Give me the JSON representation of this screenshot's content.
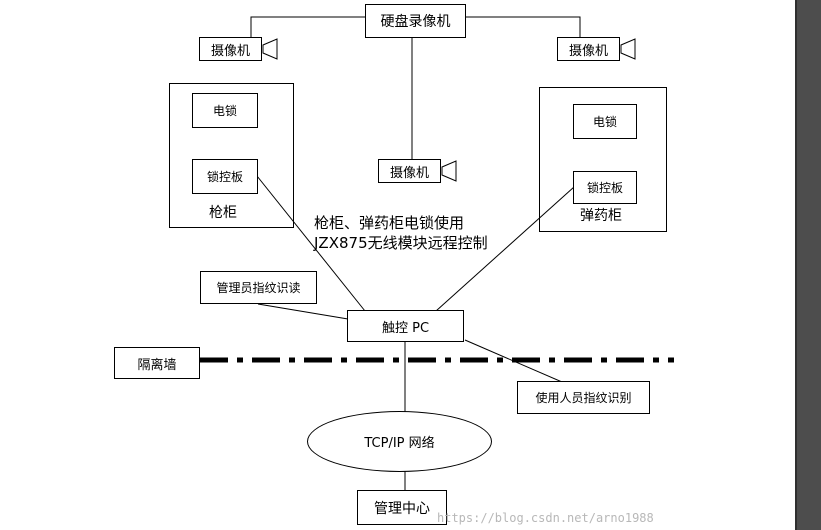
{
  "diagram": {
    "dvr": "硬盘录像机",
    "camera_left": "摄像机",
    "camera_right": "摄像机",
    "camera_center": "摄像机",
    "gun_cabinet": {
      "title": "枪柜",
      "lock": "电锁",
      "lock_board": "锁控板"
    },
    "ammo_cabinet": {
      "title": "弹药柜",
      "lock": "电锁",
      "lock_board": "锁控板"
    },
    "note_line1": "枪柜、弹药柜电锁使用",
    "note_line2": "JZX875无线模块远程控制",
    "admin_fingerprint": "管理员指纹识读",
    "touch_pc": "触控 PC",
    "firewall": "隔离墙",
    "user_fingerprint": "使用人员指纹识别",
    "network": "TCP/IP 网络",
    "management_center": "管理中心"
  },
  "watermark": "https://blog.csdn.net/arno1988",
  "colors": {
    "line": "#000000",
    "background": "#ffffff",
    "gutter": "#4d4d4d",
    "watermark": "#b8b8b8"
  }
}
